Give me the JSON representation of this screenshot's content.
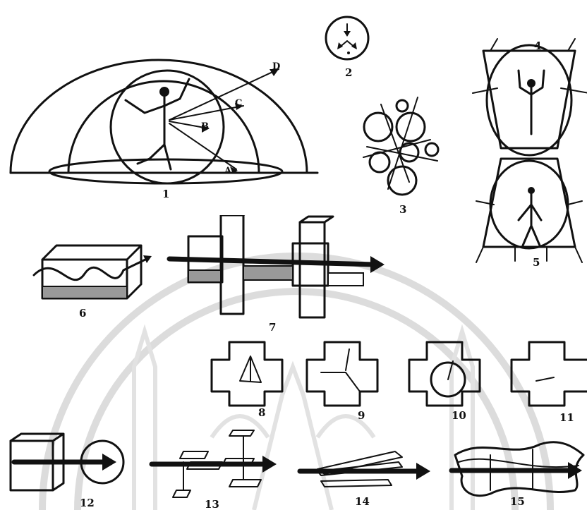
{
  "figure_labels": {
    "fig1": "1",
    "fig2": "2",
    "fig3": "3",
    "fig4": "4",
    "fig5": "5",
    "fig6": "6",
    "fig7": "7",
    "fig8": "8",
    "fig9": "9",
    "fig10": "10",
    "fig11": "11",
    "fig12": "12",
    "fig13": "13",
    "fig14": "14",
    "fig15": "15"
  },
  "fig1_arrow_labels": {
    "a": "A",
    "b": "B",
    "c": "C",
    "d": "D"
  },
  "colors": {
    "ink": "#111111",
    "paper": "#ffffff",
    "watermark": "#d9d9d9"
  }
}
